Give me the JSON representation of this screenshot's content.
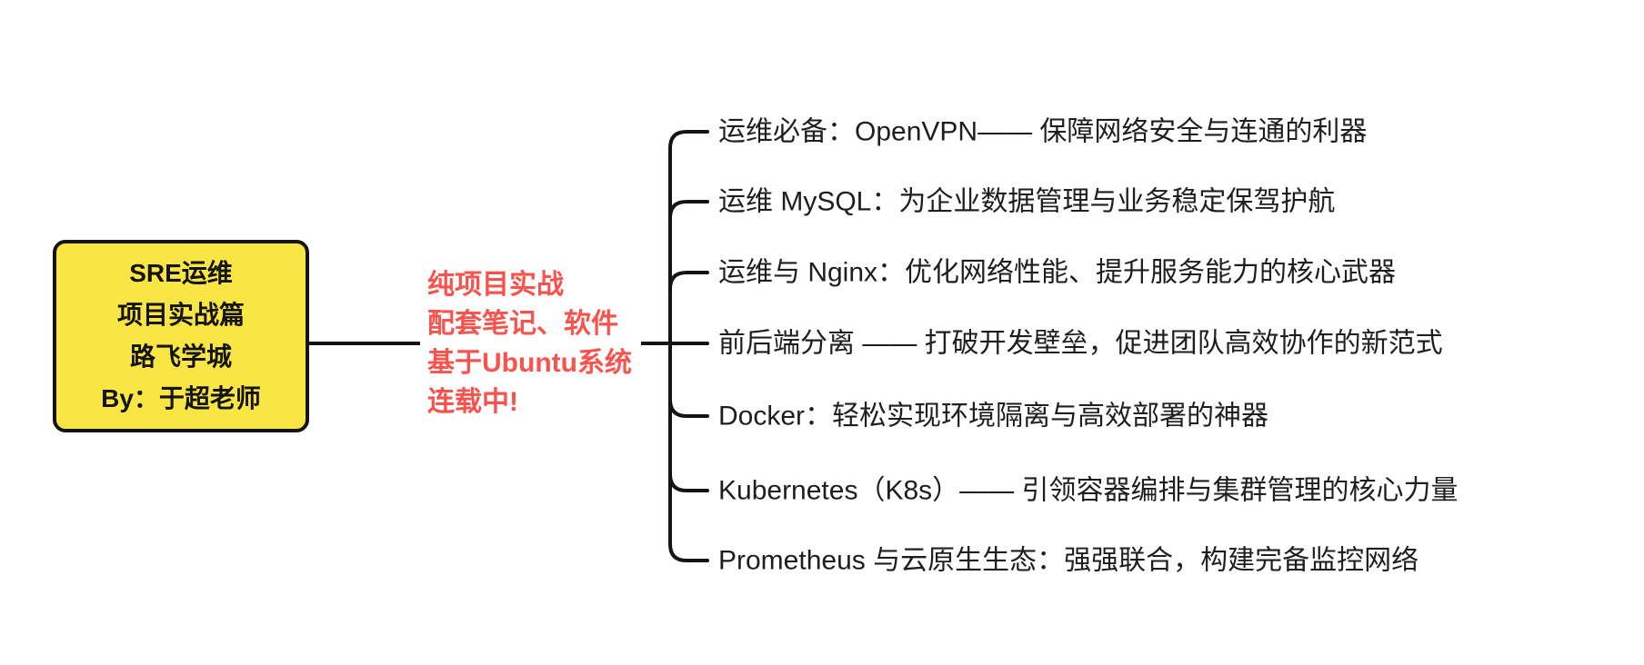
{
  "root": {
    "lines": [
      "SRE运维",
      "项目实战篇",
      "路飞学城",
      "By：于超老师"
    ],
    "fill_color": "#F9E543",
    "border_color": "#141414"
  },
  "note": {
    "lines": [
      "纯项目实战",
      "配套笔记、软件",
      "基于Ubuntu系统",
      "连载中!"
    ],
    "text_color": "#F8534C"
  },
  "branches": [
    {
      "label": "运维必备：OpenVPN—— 保障网络安全与连通的利器"
    },
    {
      "label": "运维 MySQL：为企业数据管理与业务稳定保驾护航"
    },
    {
      "label": "运维与 Nginx：优化网络性能、提升服务能力的核心武器"
    },
    {
      "label": "前后端分离 —— 打破开发壁垒，促进团队高效协作的新范式"
    },
    {
      "label": "Docker：轻松实现环境隔离与高效部署的神器"
    },
    {
      "label": "Kubernetes（K8s）—— 引领容器编排与集群管理的核心力量"
    },
    {
      "label": "Prometheus 与云原生生态：强强联合，构建完备监控网络"
    }
  ],
  "line_color": "#141414"
}
